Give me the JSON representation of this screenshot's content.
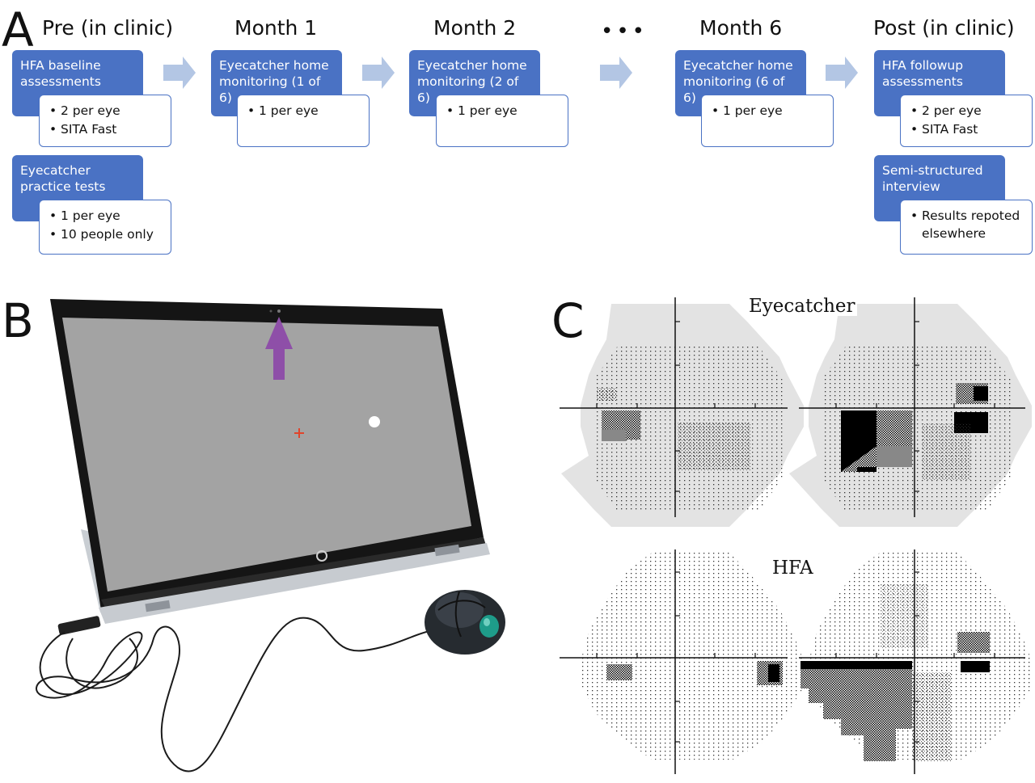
{
  "panels": {
    "a": "A",
    "b": "B",
    "c": "C"
  },
  "timeline": {
    "ellipsis": "•••",
    "stages": [
      {
        "title": "Pre (in clinic)",
        "steps": [
          {
            "heading": [
              "HFA baseline",
              "assessments"
            ],
            "bullets": [
              "2 per eye",
              "SITA Fast"
            ]
          },
          {
            "heading": [
              "Eyecatcher",
              "practice tests"
            ],
            "bullets": [
              "1 per eye",
              "10 people only"
            ]
          }
        ]
      },
      {
        "title": "Month 1",
        "steps": [
          {
            "heading": [
              "Eyecatcher home",
              "monitoring (1 of 6)"
            ],
            "bullets": [
              "1 per eye"
            ]
          }
        ]
      },
      {
        "title": "Month 2",
        "steps": [
          {
            "heading": [
              "Eyecatcher home",
              "monitoring (2 of 6)"
            ],
            "bullets": [
              "1 per eye"
            ]
          }
        ]
      },
      {
        "title": "Month 6",
        "steps": [
          {
            "heading": [
              "Eyecatcher home",
              "monitoring (6 of 6)"
            ],
            "bullets": [
              "1 per eye"
            ]
          }
        ]
      },
      {
        "title": "Post (in clinic)",
        "steps": [
          {
            "heading": [
              "HFA followup",
              "assessments"
            ],
            "bullets": [
              "2 per eye",
              "SITA Fast"
            ]
          },
          {
            "heading": [
              "Semi-structured",
              "interview"
            ],
            "bullets": [
              "Results repoted elsewhere"
            ]
          }
        ]
      }
    ]
  },
  "visual_fields": {
    "eyecatcher_label": "Eyecatcher",
    "hfa_label": "HFA"
  },
  "colors": {
    "box_blue": "#4a72c4",
    "arrow_blue": "#b3c6e4",
    "screen_gray": "#a3a3a3",
    "pointer_purple": "#8e4fa8",
    "fixation_red": "#e0442b",
    "trackball_teal": "#1e9c8a"
  }
}
